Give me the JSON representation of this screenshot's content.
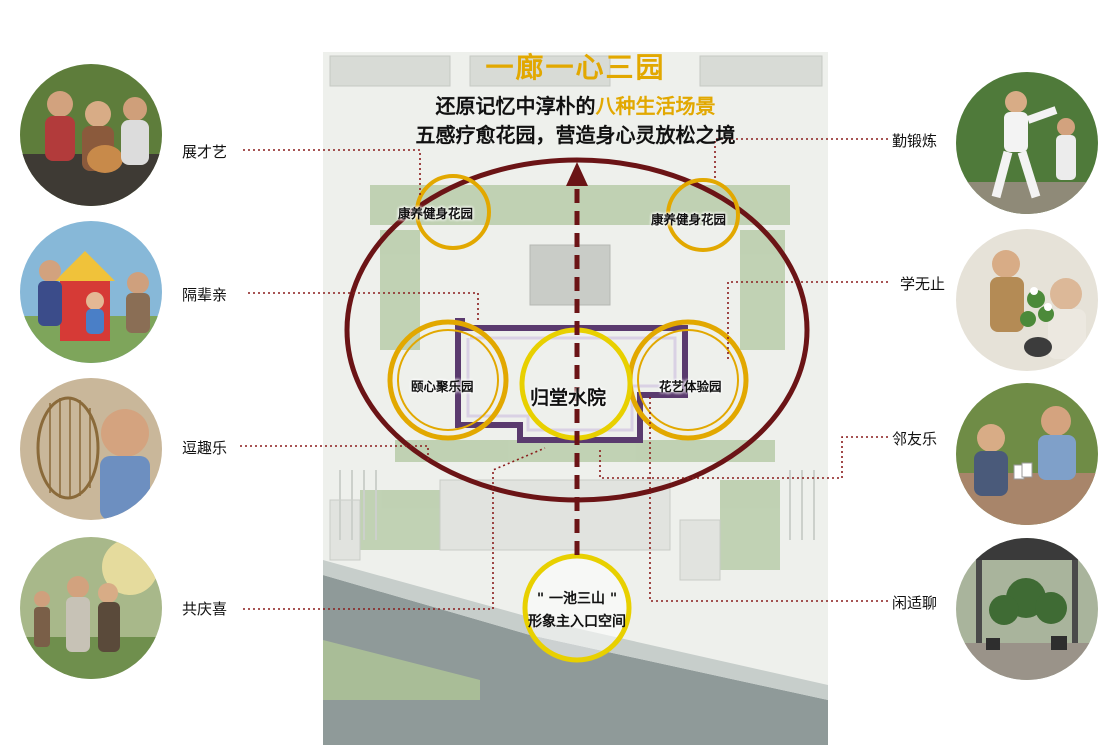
{
  "header": {
    "title": "一廊一心三园",
    "subtitle_prefix": "还原记忆中淳朴的",
    "subtitle_highlight": "八种生活场景",
    "tagline": "五感疗愈花园，营造身心灵放松之境"
  },
  "colors": {
    "accent": "#e2a800",
    "ring": "#6b1416",
    "path": "#5a3a6e",
    "leader": "#8a1c1c"
  },
  "activities_left": [
    {
      "label": "展才艺",
      "photo": "elders-playing-instruments"
    },
    {
      "label": "隔辈亲",
      "photo": "grandparents-playground"
    },
    {
      "label": "逗趣乐",
      "photo": "elder-with-birdcage"
    },
    {
      "label": "共庆喜",
      "photo": "elders-dancing"
    }
  ],
  "activities_right": [
    {
      "label": "勤锻炼",
      "photo": "elders-tai-chi"
    },
    {
      "label": "学无止",
      "photo": "elders-flower-arranging"
    },
    {
      "label": "邻友乐",
      "photo": "elders-playing-cards"
    },
    {
      "label": "闲适聊",
      "photo": "courtyard-pavilion"
    }
  ],
  "gardens": {
    "fitness_left": "康养健身花园",
    "fitness_right": "康养健身花园",
    "joy": "颐心聚乐园",
    "flower": "花艺体验园",
    "core": "归堂水院"
  },
  "entrance": {
    "line1": "\" 一池三山 \"",
    "line2": "形象主入口空间"
  }
}
